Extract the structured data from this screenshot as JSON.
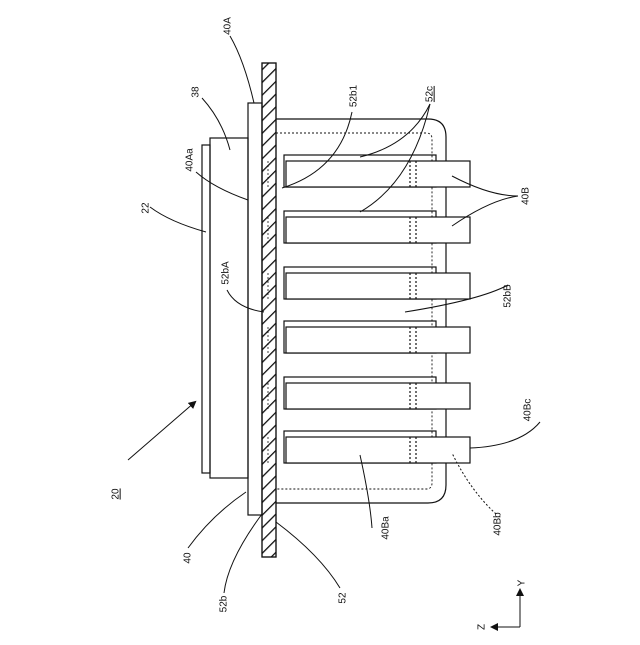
{
  "labels": {
    "l20": "20",
    "l22": "22",
    "l38": "38",
    "l40": "40",
    "l40A": "40A",
    "l40Aa": "40Aa",
    "l40B": "40B",
    "l40Ba": "40Ba",
    "l40Bb": "40Bb",
    "l40Bc": "40Bc",
    "l52": "52",
    "l52b": "52b",
    "l52bA": "52bA",
    "l52bB": "52bB",
    "l52b1": "52b1",
    "l52c": "52c",
    "axisZ": "Z",
    "axisY": "Y"
  },
  "colors": {
    "stroke": "#111111",
    "background": "#ffffff"
  },
  "icons": {
    "axis": "coordinate-axes-icon"
  }
}
